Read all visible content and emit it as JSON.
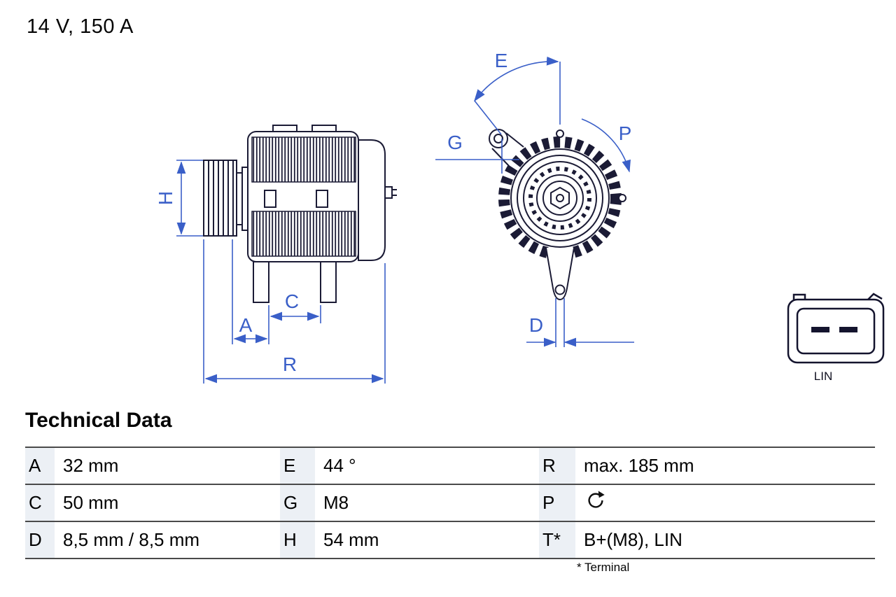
{
  "title": "14 V, 150 A",
  "drawing": {
    "labels": {
      "H": "H",
      "A": "A",
      "C": "C",
      "R": "R",
      "E": "E",
      "G": "G",
      "P": "P",
      "D": "D"
    },
    "connector_label": "LIN",
    "p_icon": "rotation-icon"
  },
  "table": {
    "heading": "Technical Data",
    "rows": [
      {
        "c1k": "A",
        "c1v": "32 mm",
        "c2k": "E",
        "c2v": "44 °",
        "c3k": "R",
        "c3v": "max. 185 mm"
      },
      {
        "c1k": "C",
        "c1v": "50 mm",
        "c2k": "G",
        "c2v": "M8",
        "c3k": "P",
        "c3v": ""
      },
      {
        "c1k": "D",
        "c1v": "8,5 mm / 8,5 mm",
        "c2k": "H",
        "c2v": "54 mm",
        "c3k": "T*",
        "c3v": "B+(M8), LIN"
      }
    ],
    "footnote": "* Terminal"
  },
  "colors": {
    "dimension_blue": "#3A5FC8",
    "drawing_ink": "#1B1B35",
    "table_rule": "#4A4A4A",
    "key_cell_bg": "#ECF0F5"
  }
}
